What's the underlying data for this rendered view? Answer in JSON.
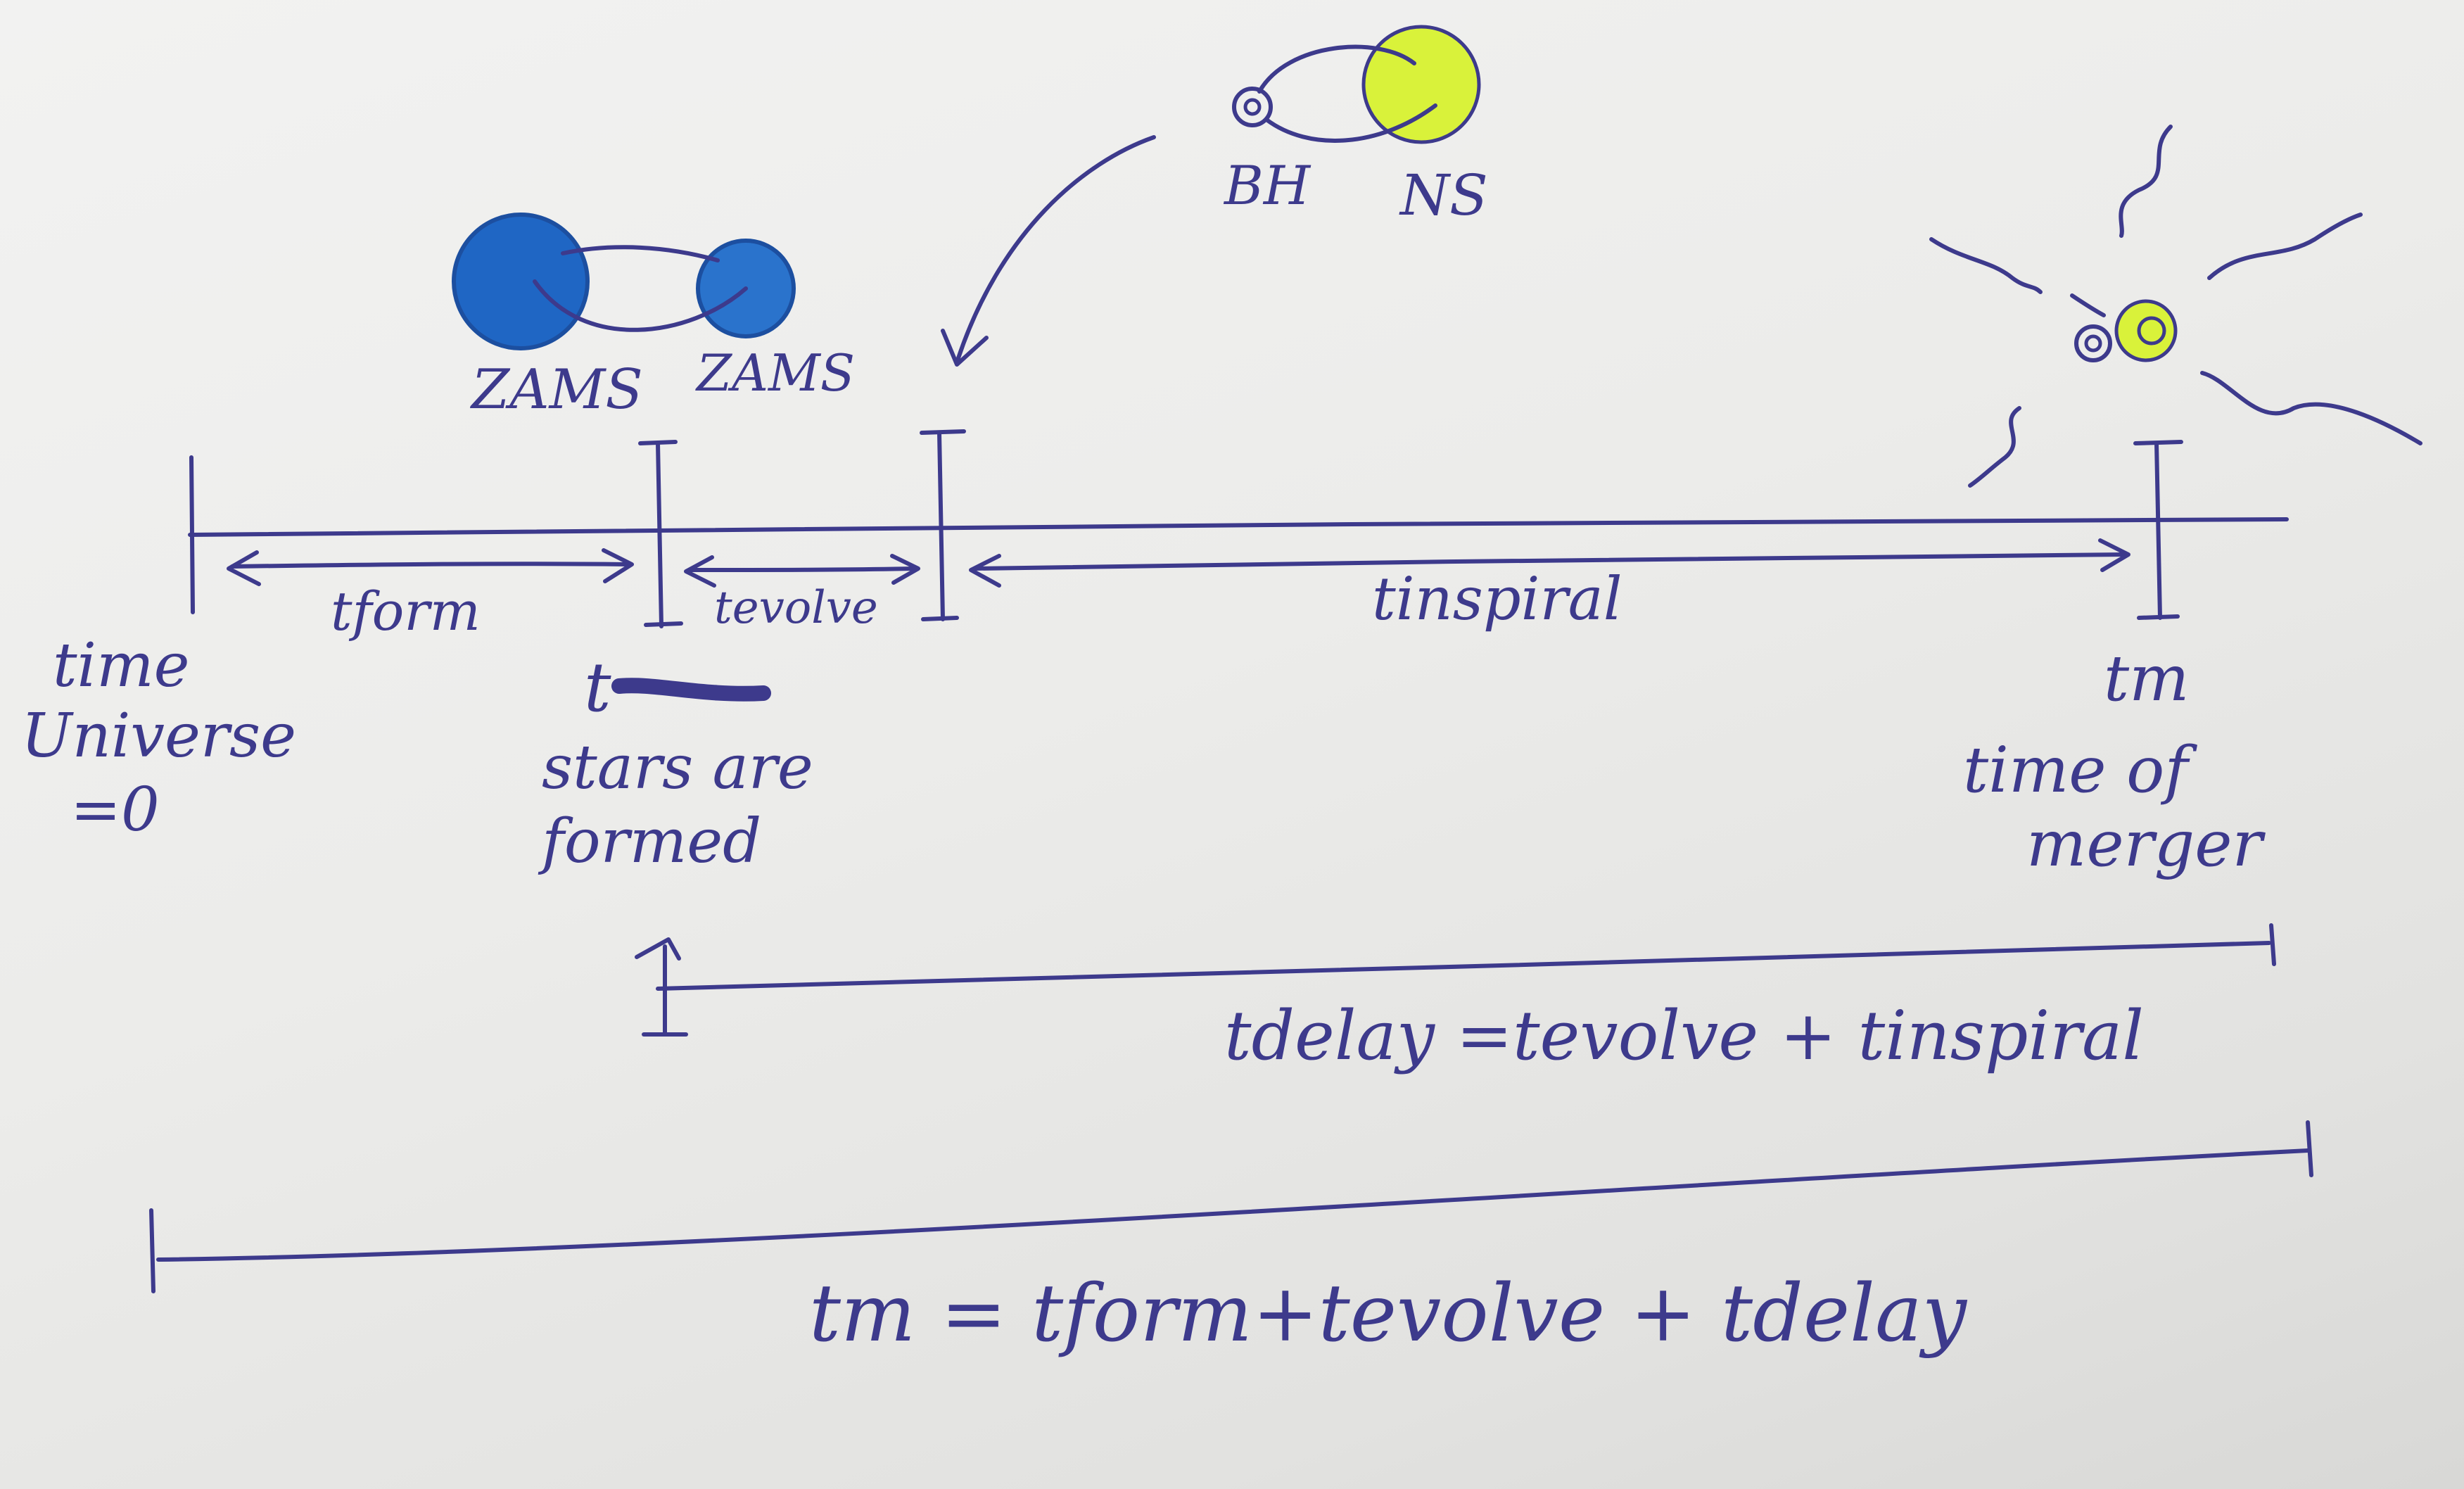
{
  "labels": {
    "zams_left": "ZAMS",
    "zams_right": "ZAMS",
    "bh": "BH",
    "ns": "NS",
    "t_form_span": "tform",
    "t_evolve_span": "tevolve",
    "t_inspiral_span": "tinspiral",
    "origin_line1": "time",
    "origin_line2": "Universe",
    "origin_line3": "=0",
    "formation_symbol": "t",
    "formation_line1": "stars are",
    "formation_line2": "formed",
    "merger_symbol": "tm",
    "merger_line1": "time of",
    "merger_line2": "merger",
    "delay_equation": "tdelay =tevolve + tinspiral",
    "total_equation": "tm = tform+tevolve + tdelay"
  },
  "colors": {
    "ink": "#3d3a8c",
    "zams_star": "#1f66c4",
    "neutron_star": "#d9f23a",
    "paper": "#ececea"
  }
}
